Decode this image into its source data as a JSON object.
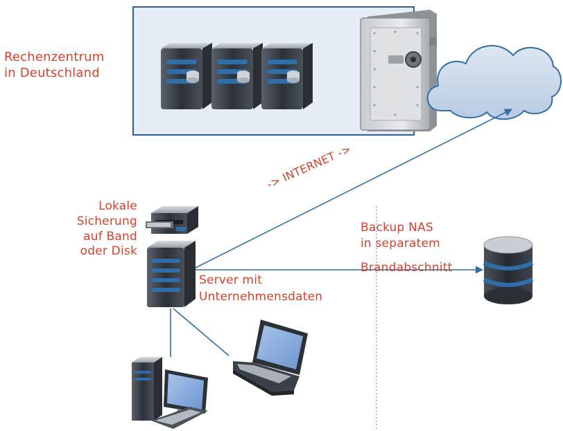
{
  "labels": {
    "datacenter": [
      "Rechenzentrum",
      "in Deutschland"
    ],
    "local_backup": [
      "Lokale",
      "Sicherung",
      "auf Band",
      "oder Disk"
    ],
    "internet": "-> INTERNET ->",
    "server": [
      "Server mit",
      "Unternehmensdaten"
    ],
    "backup_nas": [
      "Backup NAS",
      "in separatem",
      "Brandabschnitt"
    ]
  },
  "colors": {
    "label_text": "#d9412b",
    "connector": "#2f6ea8",
    "datacenter_box_fill": "#e6edf6",
    "datacenter_box_border": "#2f5f93",
    "cloud_fill": "#c9d7e9",
    "cloud_border": "#2f6ea8",
    "device_body": "#3a3f47",
    "device_accent": "#2f6ea8",
    "divider": "#8fb0d2"
  },
  "icons": {
    "datacenter_servers": "server-rack-icon",
    "safe": "safe-icon",
    "cloud": "cloud-icon",
    "tape_drive": "tape-drive-icon",
    "main_server": "server-tower-icon",
    "nas": "database-icon",
    "laptop": "laptop-icon",
    "desktop": "desktop-computer-icon"
  }
}
